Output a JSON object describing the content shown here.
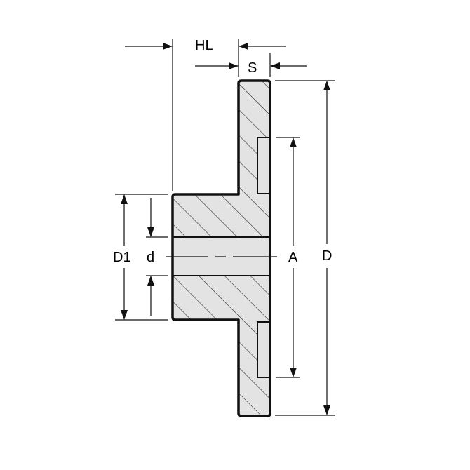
{
  "diagram": {
    "title": "Sprocket / flanged hub cross-section dimension drawing",
    "colors": {
      "section_fill": "#e3e3e3",
      "bore_fill": "#e3e3e3",
      "outline": "#111111",
      "background": "#ffffff"
    },
    "labels": {
      "hub_length": "HL",
      "plate_thickness": "S",
      "hub_diameter": "D1",
      "bore_diameter": "d",
      "pitch_diameter": "A",
      "outside_diameter": "D"
    }
  }
}
